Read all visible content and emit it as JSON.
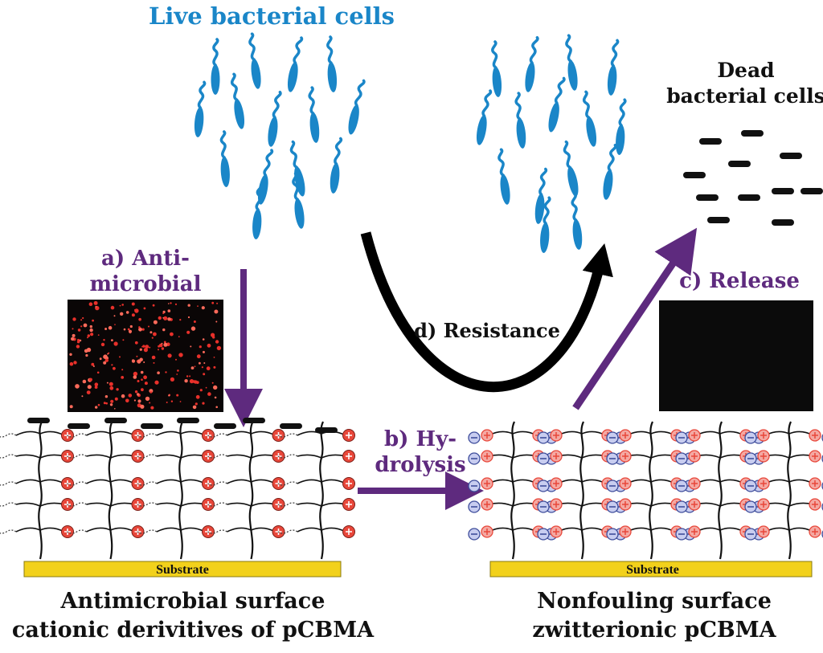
{
  "labels": {
    "live_cells": "Live bacterial cells",
    "dead_cells_line1": "Dead",
    "dead_cells_line2": "bacterial cells",
    "step_a_line1": "a) Anti-",
    "step_a_line2": "microbial",
    "step_b_line1": "b) Hy-",
    "step_b_line2": "drolysis",
    "step_c": "c) Release",
    "step_d": "d) Resistance",
    "substrate_left": "Substrate",
    "substrate_right": "Substrate",
    "caption_left_line1": "Antimicrobial surface",
    "caption_left_line2": "cationic derivitives of pCBMA",
    "caption_right_line1": "Nonfouling surface",
    "caption_right_line2": "zwitterionic pCBMA"
  },
  "colors": {
    "bacteria": "#1a86c8",
    "arrow_purple": "#5e2a7e",
    "cation": "#e8473a",
    "anion": "#3e4d9b",
    "substrate": "#f2d11b",
    "polymer": "#111111"
  },
  "icons": {
    "cation": "plus-circle-icon",
    "anion": "minus-circle-icon",
    "live_bacterium": "flagellated-bacterium-icon",
    "dead_bacterium": "dead-bacterium-icon"
  }
}
